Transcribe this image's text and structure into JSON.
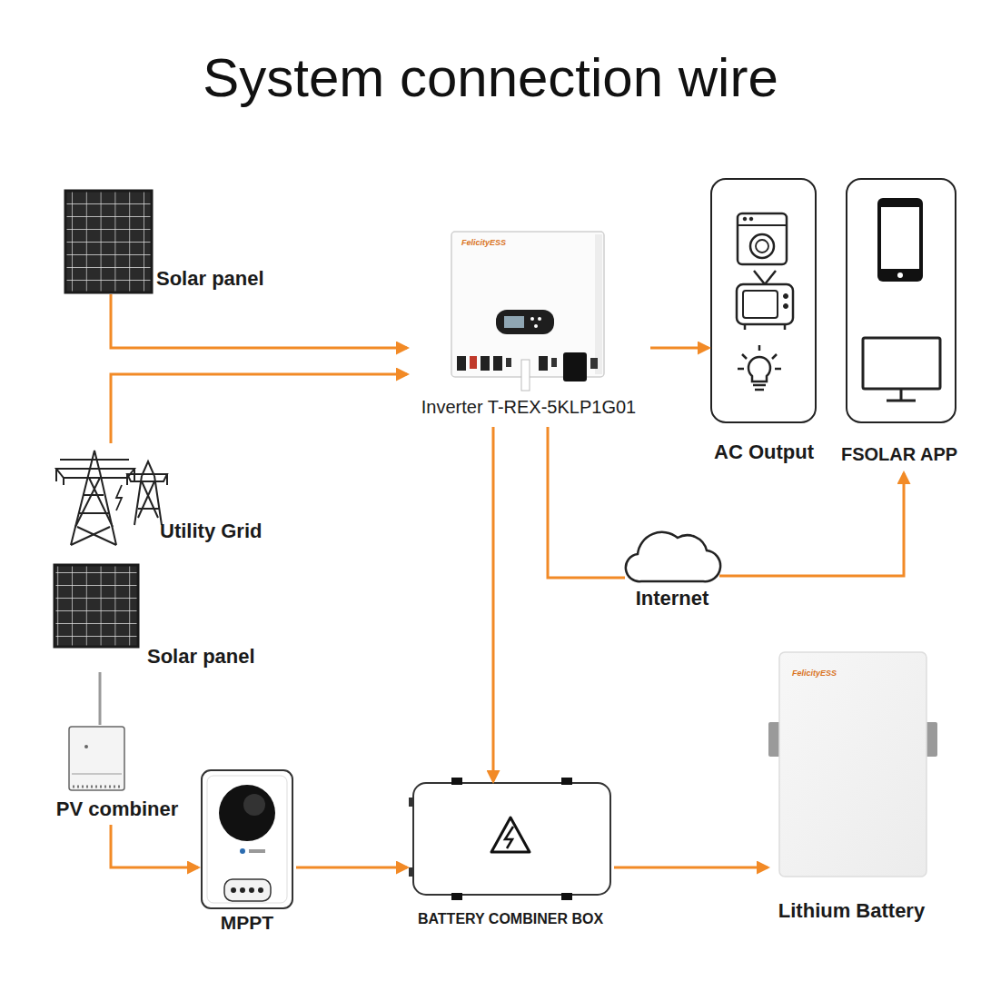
{
  "diagram": {
    "title": "System connection wire",
    "nodes": [
      {
        "text": [
          "Solar panel"
        ]
      },
      {
        "text": [
          "Inverter T-REX-5KLP1G01"
        ]
      },
      {
        "text": [
          "AC Output"
        ]
      },
      {
        "text": [
          "FSOLAR APP"
        ]
      },
      {
        "text": [
          "Utility Grid"
        ]
      },
      {
        "text": [
          "Internet"
        ]
      },
      {
        "text": [
          "Solar panel"
        ]
      },
      {
        "text": [
          "PV combiner"
        ]
      },
      {
        "text": [
          "MPPT"
        ]
      },
      {
        "text": [
          "BATTERY COMBINER BOX"
        ]
      },
      {
        "text": [
          "Lithium Battery"
        ]
      }
    ],
    "edges": [
      {
        "from": 0,
        "to": 1,
        "arrow": "to"
      },
      {
        "from": 4,
        "to": 1,
        "arrow": "to"
      },
      {
        "from": 1,
        "to": 2,
        "arrow": "to"
      },
      {
        "from": 1,
        "to": 9,
        "arrow": "to"
      },
      {
        "from": 1,
        "to": 5,
        "arrow": "none"
      },
      {
        "from": 5,
        "to": 3,
        "arrow": "to"
      },
      {
        "from": 6,
        "to": 7,
        "arrow": "none"
      },
      {
        "from": 7,
        "to": 8,
        "arrow": "to"
      },
      {
        "from": 8,
        "to": 9,
        "arrow": "to"
      },
      {
        "from": 9,
        "to": 10,
        "arrow": "to"
      }
    ],
    "labels": [
      "FelicityESS",
      "FelicityESS"
    ]
  }
}
